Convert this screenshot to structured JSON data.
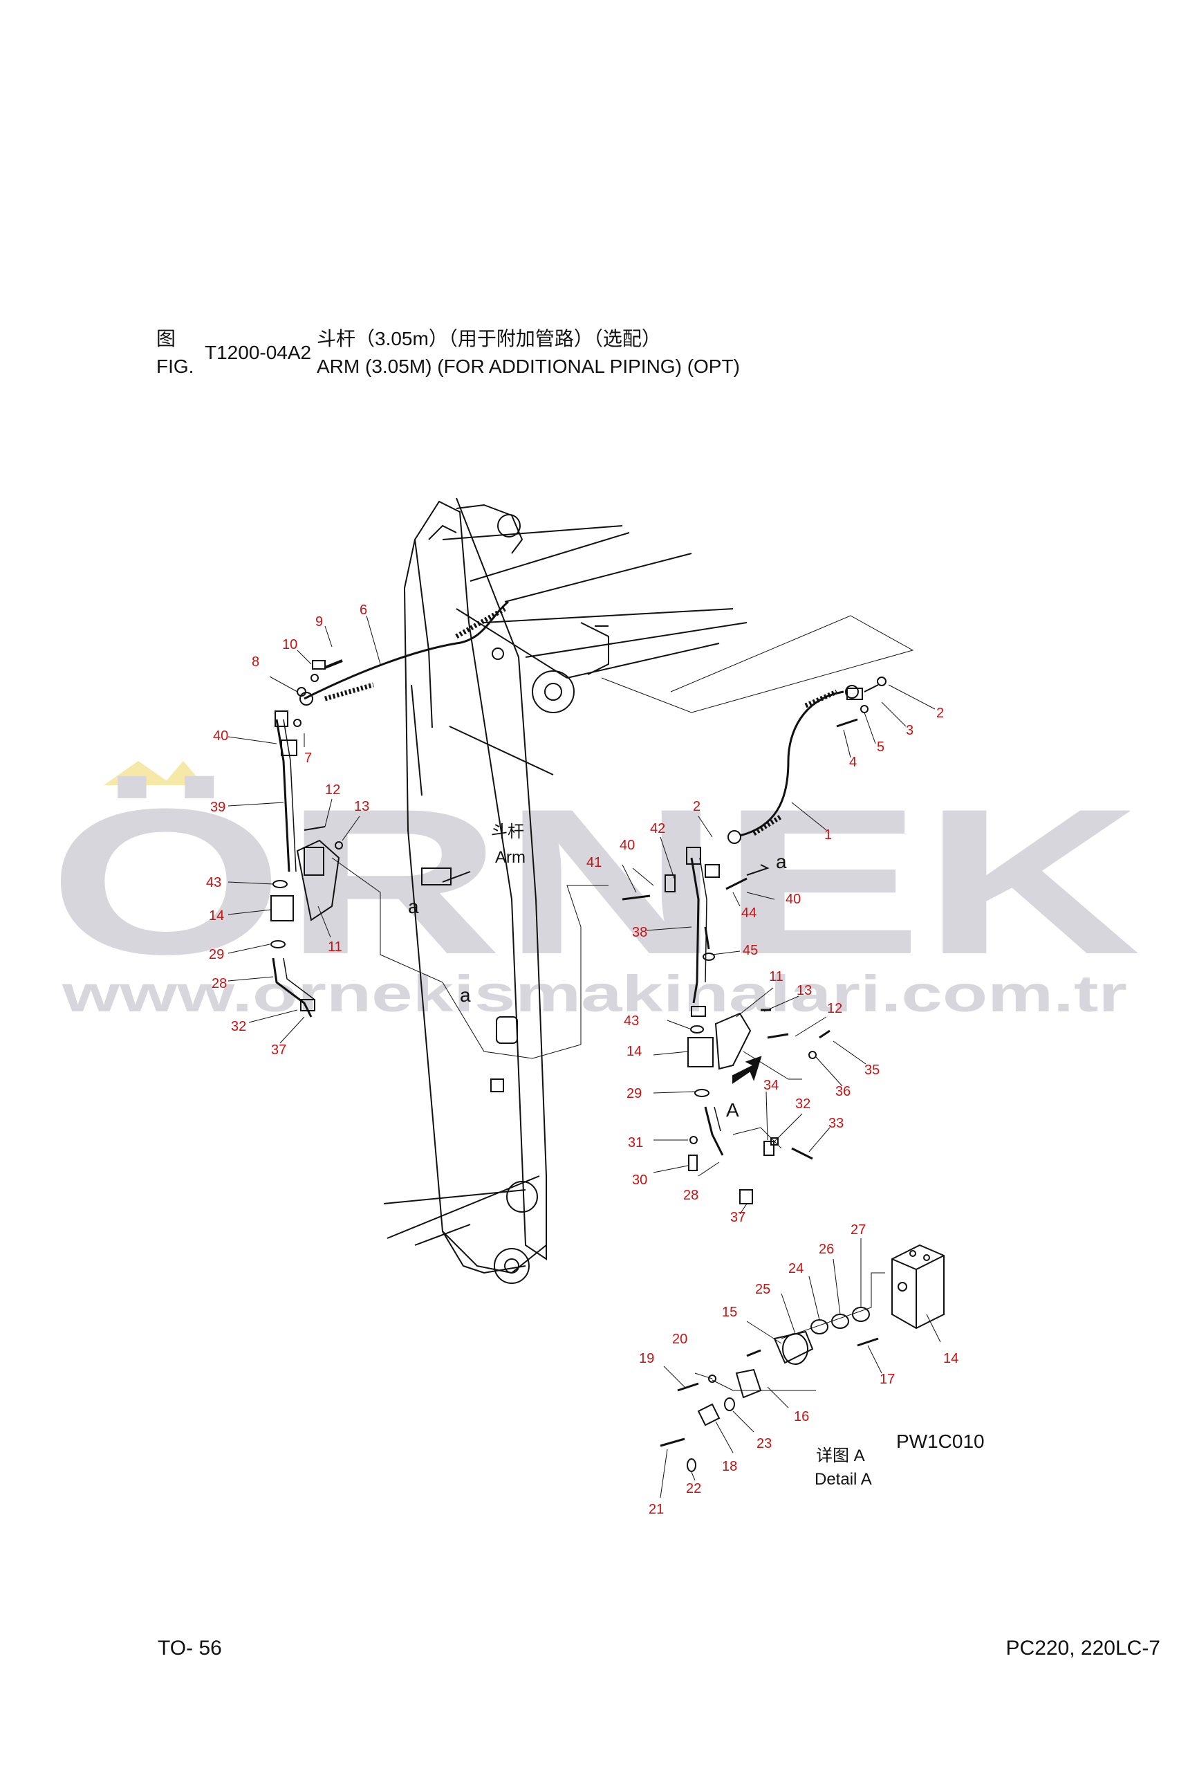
{
  "header": {
    "fig_cn": "图",
    "fig_en": "FIG.",
    "fig_number": "T1200-04A2",
    "title_cn": "斗杆（3.05m）（用于附加管路）（选配）",
    "title_en": "ARM (3.05M) (FOR ADDITIONAL PIPING) (OPT)"
  },
  "diagram": {
    "arm_label_cn": "斗杆",
    "arm_label_en": "Arm",
    "view_arrow_a": "a",
    "view_arrow_a2": "a",
    "view_arrow_a3": "a",
    "detail_marker": "A",
    "detail_cn": "详图 A",
    "detail_en": "Detail A",
    "drawing_code": "PW1C010"
  },
  "watermark": {
    "brand": "ÖRNEK",
    "url": "www.ornekismakinalari.com.tr",
    "color": "#d6d6dc",
    "accent": "#f6e9a8"
  },
  "footer": {
    "page": "TO- 56",
    "model": "PC220, 220LC-7"
  },
  "callouts": [
    "9",
    "6",
    "10",
    "8",
    "7",
    "40",
    "39",
    "12",
    "13",
    "43",
    "14",
    "11",
    "29",
    "28",
    "32",
    "37",
    "2",
    "3",
    "5",
    "4",
    "1",
    "2",
    "42",
    "40",
    "41",
    "40",
    "44",
    "38",
    "45",
    "11",
    "13",
    "12",
    "43",
    "14",
    "35",
    "36",
    "29",
    "34",
    "32",
    "33",
    "31",
    "30",
    "28",
    "37",
    "27",
    "26",
    "24",
    "25",
    "15",
    "14",
    "20",
    "19",
    "17",
    "16",
    "23",
    "18",
    "22",
    "21"
  ]
}
